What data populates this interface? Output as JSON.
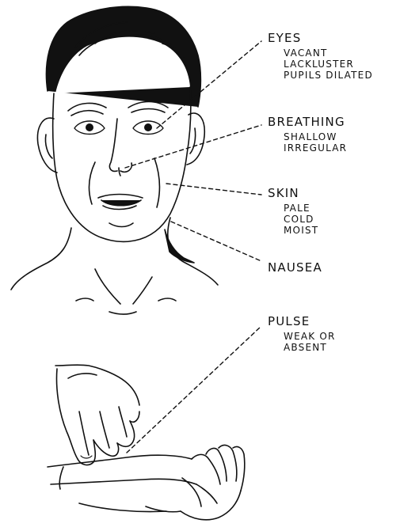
{
  "callouts": {
    "eyes": {
      "heading": "EYES",
      "details": [
        "VACANT",
        "LACKLUSTER",
        "PUPILS DILATED"
      ]
    },
    "breathing": {
      "heading": "BREATHING",
      "details": [
        "SHALLOW",
        "IRREGULAR"
      ]
    },
    "skin": {
      "heading": "SKIN",
      "details": [
        "PALE",
        "COLD",
        "MOIST"
      ]
    },
    "nausea": {
      "heading": "NAUSEA",
      "details": []
    },
    "pulse": {
      "heading": "PULSE",
      "details": [
        "WEAK OR",
        "ABSENT"
      ]
    }
  },
  "colors": {
    "ink": "#111111",
    "background": "#ffffff"
  }
}
